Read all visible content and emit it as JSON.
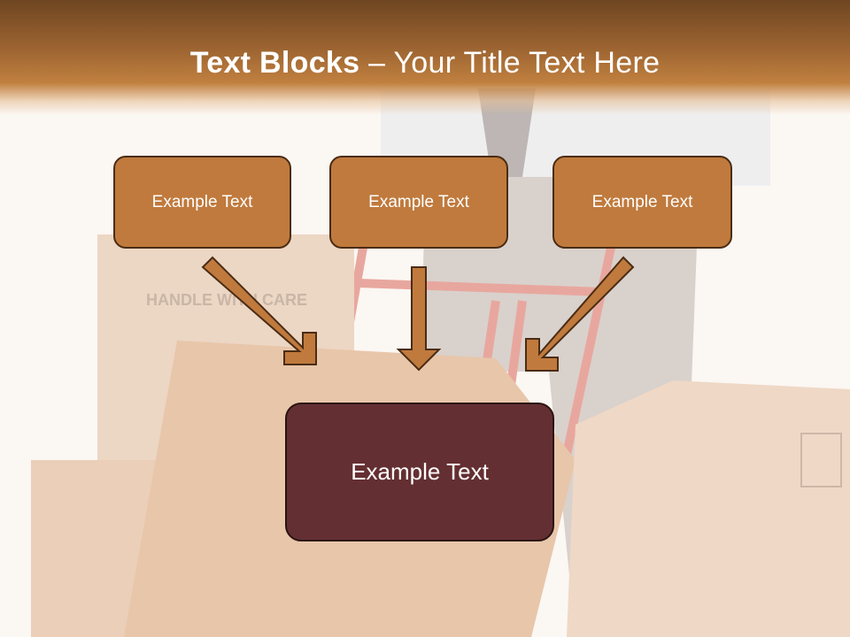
{
  "slide": {
    "title_bold": "Text Blocks",
    "title_dash": " – ",
    "title_rest": "Your Title Text Here"
  },
  "blocks": [
    {
      "label": "Example Text"
    },
    {
      "label": "Example Text"
    },
    {
      "label": "Example Text"
    }
  ],
  "main_block": {
    "label": "Example Text"
  },
  "colors": {
    "header": "#9a6230",
    "block_fill": "#c07a3d",
    "block_border": "#4a2c14",
    "main_fill": "#642f32",
    "arrow_fill": "#c07a3d"
  }
}
